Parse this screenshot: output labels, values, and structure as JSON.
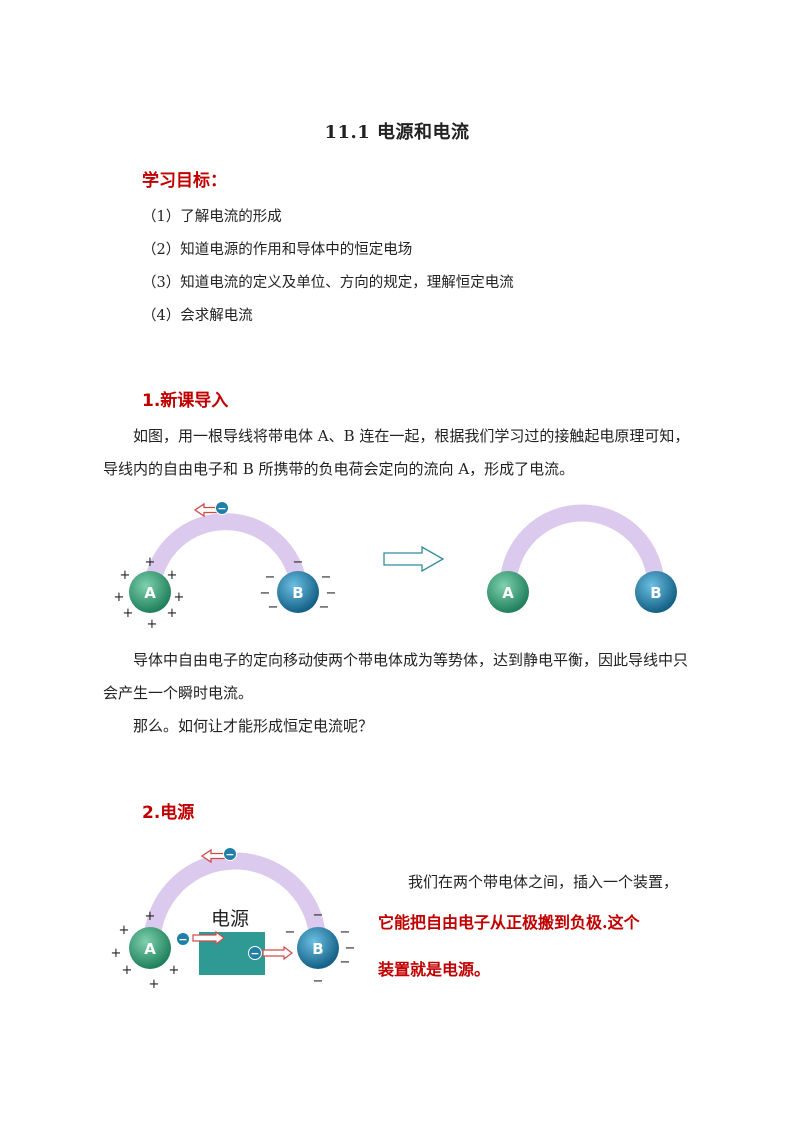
{
  "title": "11.1 电源和电流",
  "objectives": {
    "heading": "学习目标：",
    "items": [
      "（1）了解电流的形成",
      "（2）知道电源的作用和导体中的恒定电场",
      "（3）知道电流的定义及单位、方向的规定，理解恒定电流",
      "（4）会求解电流"
    ]
  },
  "section1": {
    "heading": "1.新课导入",
    "para1": "如图，用一根导线将带电体 A、B 连在一起，根据我们学习过的接触起电原理可知，导线内的自由电子和 B 所携带的负电荷会定向的流向 A，形成了电流。",
    "para2": "导体中自由电子的定向移动使两个带电体成为等势体，达到静电平衡，因此导线中只会产生一个瞬时电流。",
    "para3": "那么。如何让才能形成恒定电流呢？",
    "figure": {
      "sphere_a": "A",
      "sphere_b": "B",
      "plus": "+",
      "minus": "−",
      "electron": "−"
    }
  },
  "section2": {
    "heading": "2.电源",
    "text_normal": "我们在两个带电体之间，插入一个装置，",
    "text_red_1": "它能把自由电子从正极搬到负极.这个",
    "text_red_2": "装置就是电源。",
    "figure": {
      "source_label": "电源",
      "sphere_a": "A",
      "sphere_b": "B",
      "plus": "+",
      "minus": "−",
      "electron": "−"
    }
  },
  "colors": {
    "wire": "#dcc9ee",
    "sphere_a": "#2f9a73",
    "sphere_b": "#1f7fa8",
    "arrow_red": "#d04a4a",
    "heading_red": "#c00000",
    "source_box": "#2e9a93"
  }
}
